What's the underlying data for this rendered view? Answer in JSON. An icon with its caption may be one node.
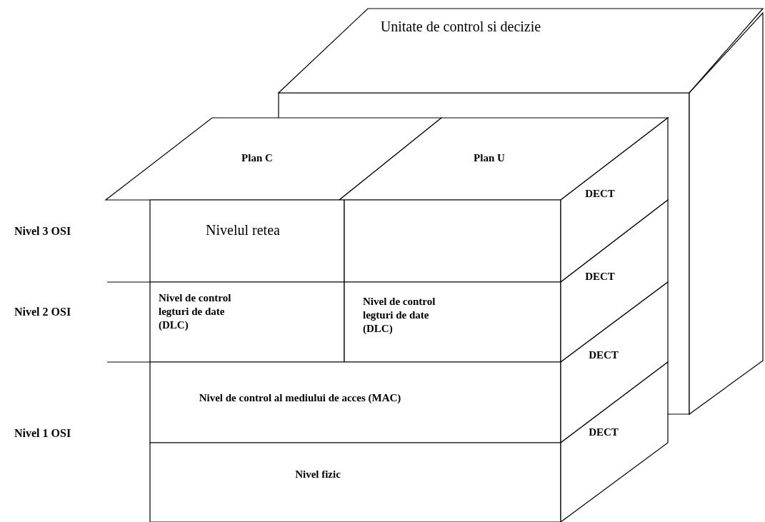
{
  "diagram": {
    "nodes": [
      {
        "text": [
          "Unitate de control si decizie"
        ]
      },
      {
        "text": [
          "Plan C"
        ]
      },
      {
        "text": [
          "Plan U"
        ]
      },
      {
        "text": [
          "Nivelul retea"
        ]
      },
      {
        "text": [],
        "shape": "box"
      },
      {
        "text": [
          "Nivel de control legturi de date (DLC)"
        ]
      },
      {
        "text": [
          "Nivel de control legturi de date (DLC)"
        ]
      },
      {
        "text": [
          "Nivel de control al mediului de acces (MAC)"
        ]
      },
      {
        "text": [
          "Nivel fizic"
        ]
      },
      {
        "text": [
          "DECT"
        ]
      },
      {
        "text": [
          "DECT"
        ]
      },
      {
        "text": [
          "DECT"
        ]
      },
      {
        "text": [
          "DECT"
        ]
      },
      {
        "text": [],
        "shape": "box"
      }
    ],
    "labels": [
      "Nivel 3 OSI",
      "Nivel 2 OSI",
      "Nivel 1 OSI"
    ]
  }
}
